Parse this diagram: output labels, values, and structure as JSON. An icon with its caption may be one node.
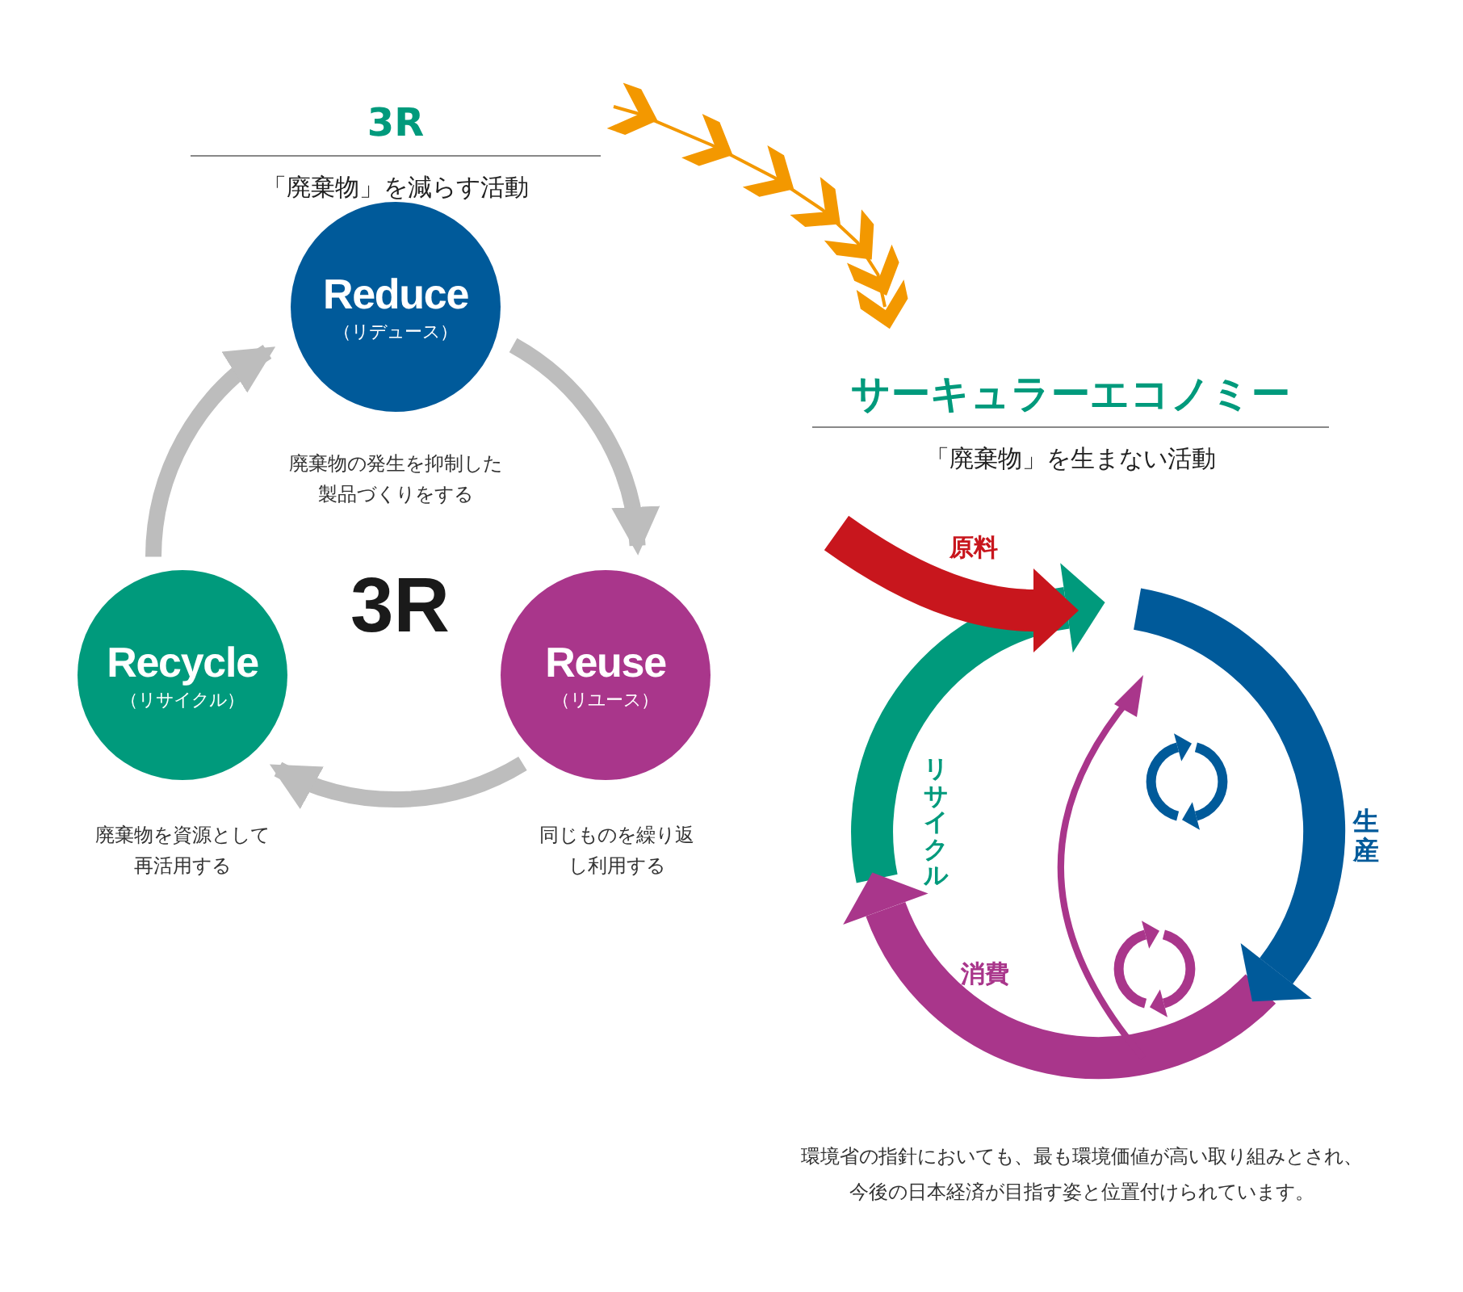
{
  "diagram": {
    "nodes": [
      {
        "text": [
          "Reduce",
          "（リデュース）"
        ],
        "beside": [
          "廃棄物の発生を抑制した製品づくりをする"
        ]
      },
      {
        "text": [
          "Reuse",
          "（リユース）"
        ],
        "beside": [
          "同じものを繰り返し利用する"
        ]
      },
      {
        "text": [
          "Recycle",
          "（リサイクル）"
        ],
        "beside": [
          "廃棄物を資源として再活用する"
        ]
      },
      {
        "text": [
          "3R",
          "「廃棄物」を減らす活動"
        ]
      },
      {
        "text": [
          "サーキュラーエコノミー",
          "「廃棄物」を生まない活動"
        ]
      }
    ],
    "edges": [
      {
        "from": 3,
        "to": 4,
        "arrow": "to",
        "color": "#f39800"
      },
      {
        "from": 0,
        "to": 1,
        "arrow": "to"
      },
      {
        "from": 1,
        "to": 2,
        "arrow": "to"
      },
      {
        "from": 2,
        "to": 0,
        "arrow": "to"
      }
    ],
    "labels": [
      "3R",
      "原料",
      "生産",
      "消費",
      "リサイクル",
      "環境省の指針においても、最も環境価値が高い取り組みとされ、今後の日本経済が目指す姿と位置付けられています。"
    ]
  }
}
